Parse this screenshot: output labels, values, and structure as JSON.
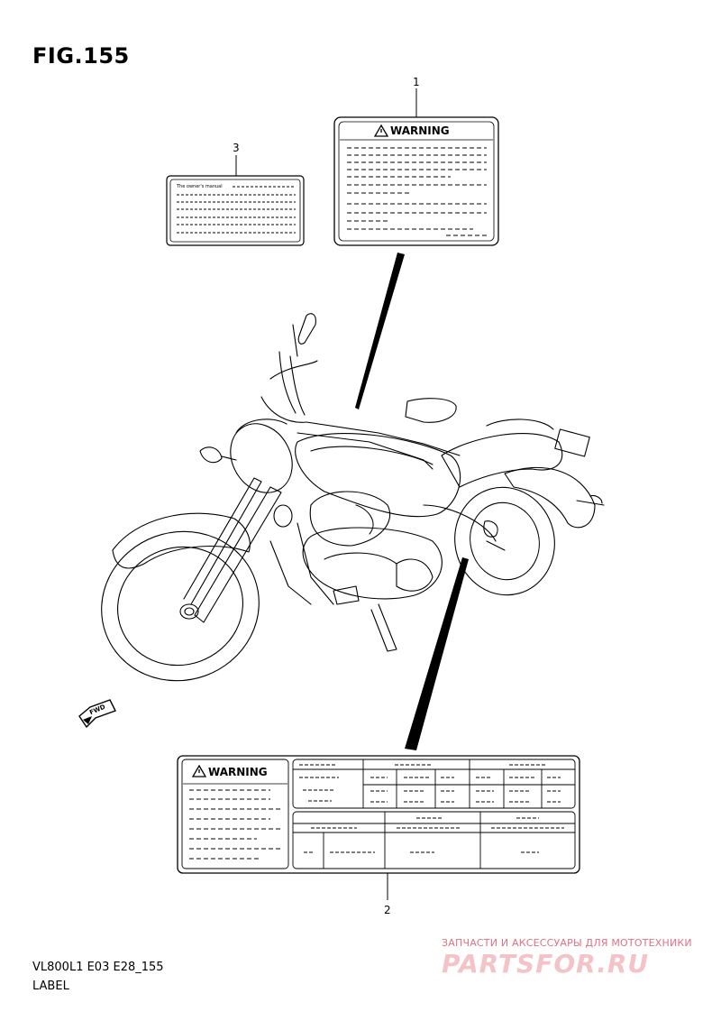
{
  "figure": {
    "title": "FIG.155"
  },
  "callouts": {
    "one": "1",
    "two": "2",
    "three": "3"
  },
  "labels": {
    "warning_heading": "WARNING",
    "owners_manual": "The owner's manual",
    "fwd_arrow": "FWD",
    "warning_icon": "warning-triangle-icon"
  },
  "footer": {
    "model_code": "VL800L1 E03 E28_155",
    "caption": "LABEL"
  },
  "watermark": {
    "tagline": "ЗАПЧАСТИ И АКСЕССУАРЫ ДЛЯ МОТОТЕХНИКИ",
    "logo": "PARTSFOR.RU"
  }
}
